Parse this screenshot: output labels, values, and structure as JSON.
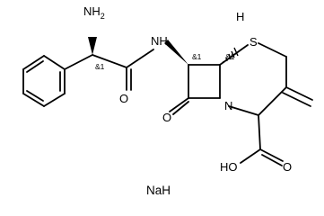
{
  "molecule": {
    "atoms": {
      "nh2": "NH",
      "nh2_subscript": "2",
      "amide_nh": "NH",
      "h_fused": "H",
      "sulfur": "S",
      "ring_n": "N",
      "carbonyl_o_side": "O",
      "carbonyl_o_lactam": "O",
      "acid_oh": "HO",
      "acid_o": "O"
    },
    "stereo_labels": {
      "alpha_c": "&1",
      "c7": "&1",
      "c6": "&1"
    },
    "counterion": "NaH"
  }
}
